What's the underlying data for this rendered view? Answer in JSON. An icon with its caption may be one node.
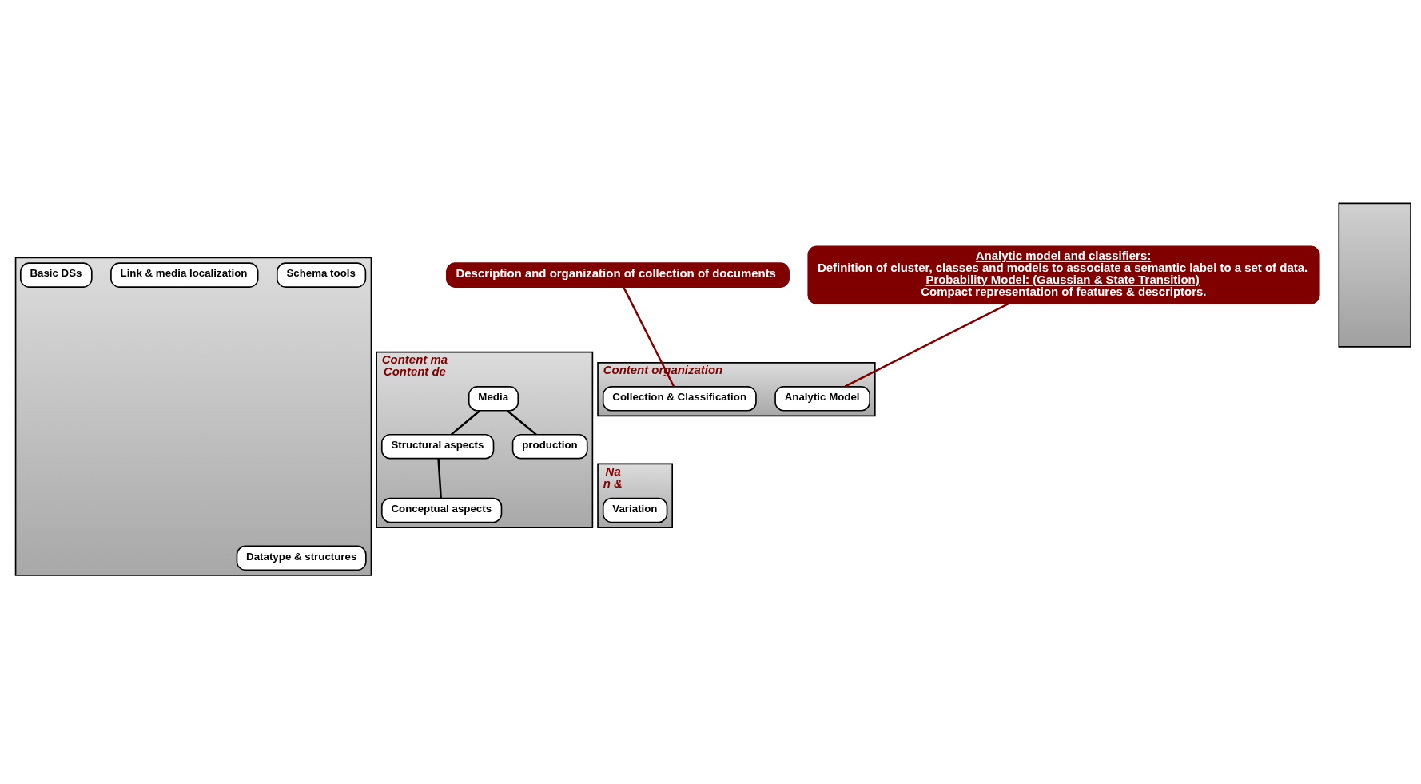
{
  "diagram": {
    "nodes": [
      {
        "text": [
          "Content organization"
        ]
      },
      {
        "text": [
          "Collection & Classification"
        ],
        "in": 0
      },
      {
        "text": [
          "Analytic Model"
        ],
        "in": 0
      },
      {
        "text": [
          "Content ma",
          "Content de"
        ]
      },
      {
        "text": [
          "production"
        ],
        "in": 3
      },
      {
        "text": [
          "Media"
        ],
        "in": 3
      },
      {
        "text": [
          "Structural aspects"
        ],
        "in": 3
      },
      {
        "text": [
          "Conceptual aspects"
        ],
        "in": 3
      },
      {
        "text": [
          "Na",
          "n &"
        ]
      },
      {
        "text": [
          "Variation"
        ],
        "in": 8
      },
      {
        "text": [],
        "shape": "box"
      },
      {
        "text": [
          "Datatype & structures"
        ],
        "in": 10
      },
      {
        "text": [
          "Schema tools"
        ],
        "in": 10
      },
      {
        "text": [
          "Link & media localization"
        ],
        "in": 10
      },
      {
        "text": [
          "Basic DSs"
        ],
        "in": 10
      },
      {
        "text": [],
        "shape": "box"
      },
      {
        "text": [
          "Description and organization of collection of documents"
        ]
      },
      {
        "text": [
          "Analytic model and classifiers:",
          "Definition of cluster, classes and models to associate a semantic label to a set of data.",
          "Probability Model: (Gaussian & State Transition)",
          "Compact representation of features & descriptors."
        ]
      }
    ],
    "edges": [
      {
        "from": 5,
        "to": 4,
        "arrow": "none"
      },
      {
        "from": 5,
        "to": 6,
        "arrow": "none"
      },
      {
        "from": 6,
        "to": 7,
        "arrow": "none"
      },
      {
        "from": 16,
        "to": 1,
        "arrow": "none",
        "color": "#800000"
      },
      {
        "from": 17,
        "to": 2,
        "arrow": "none",
        "color": "#800000"
      }
    ]
  }
}
